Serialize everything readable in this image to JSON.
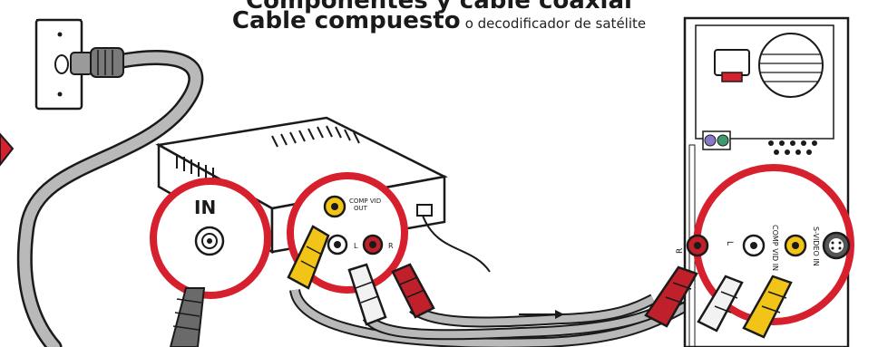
{
  "title": {
    "partial_line": "Componentes y cable coaxial",
    "bold": "Cable compuesto",
    "rest": "o decodificador de satélite"
  },
  "labels": {
    "in": "IN",
    "comp_vid_out": [
      "COMP VID",
      "OUT"
    ],
    "left": "L",
    "right": "R",
    "pc_right": "R",
    "pc_left": "L",
    "comp_vid_in": "COMP VID IN",
    "svideo_in": "S-VIDEO IN"
  },
  "colors": {
    "red_callout": "#d6202e",
    "cable_gray": "#8a8a8a",
    "yellow_plug": "#f2c418",
    "red_plug": "#c0202a",
    "white_plug": "#f2f2f2"
  }
}
